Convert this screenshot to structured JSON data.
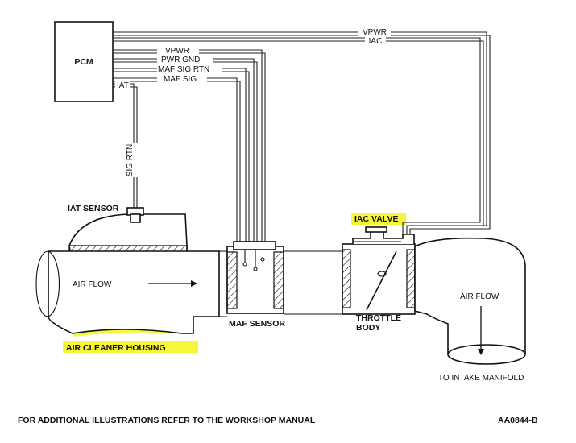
{
  "diagram": {
    "pcm": "PCM",
    "wires_top": {
      "vpwr": "VPWR",
      "iac": "IAC"
    },
    "wires_maf": {
      "vpwr": "VPWR",
      "pwr_gnd": "PWR GND",
      "maf_sig_rtn": "MAF SIG RTN",
      "maf_sig": "MAF SIG"
    },
    "iat_wire": "IAT",
    "sig_rtn": "SIG RTN",
    "iat_sensor": "IAT SENSOR",
    "iac_valve": "IAC VALVE",
    "air_flow_left": "AIR FLOW",
    "air_flow_right": "AIR FLOW",
    "maf_sensor": "MAF SENSOR",
    "throttle_line1": "THROTTLE",
    "throttle_line2": "BODY",
    "air_cleaner_housing": "AIR CLEANER HOUSING",
    "to_intake_manifold": "TO INTAKE MANIFOLD",
    "footer_note": "FOR ADDITIONAL ILLUSTRATIONS REFER TO THE WORKSHOP MANUAL",
    "figure_code": "AA0844-B",
    "highlight_color": "#f6f63a"
  }
}
